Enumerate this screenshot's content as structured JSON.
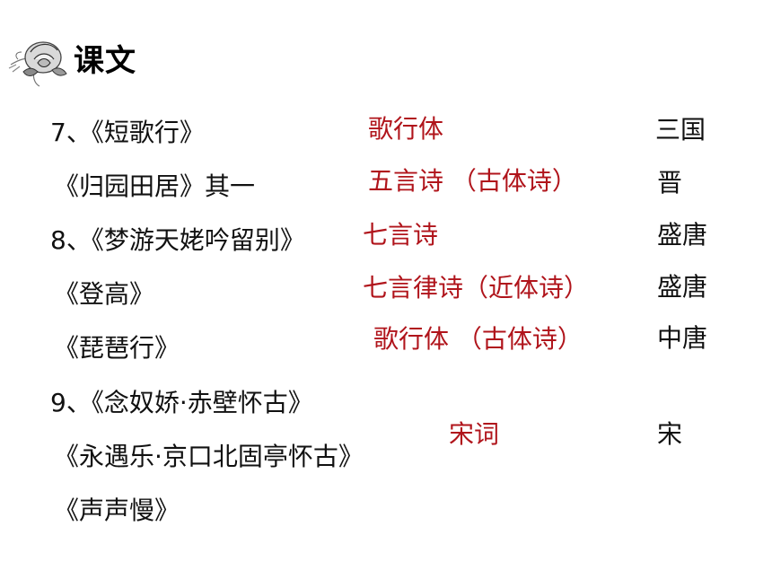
{
  "header": {
    "title": "课文",
    "logo_icon": "flower-icon"
  },
  "works": [
    "7、《短歌行》",
    "《归园田居》其一",
    "8、《梦游天姥吟留别》",
    "《登高》",
    "《琵琶行》",
    "9、《念奴娇·赤壁怀古》",
    "《永遇乐·京口北固亭怀古》",
    "《声声慢》"
  ],
  "genres": [
    "歌行体",
    "五言诗 （古体诗）",
    "七言诗",
    "七言律诗（近体诗）",
    "歌行体 （古体诗）",
    "宋词"
  ],
  "dynasties": [
    "三国",
    "晋",
    "盛唐",
    "盛唐",
    "中唐",
    "宋"
  ],
  "colors": {
    "genre": "#b0141b",
    "text": "#111111"
  }
}
